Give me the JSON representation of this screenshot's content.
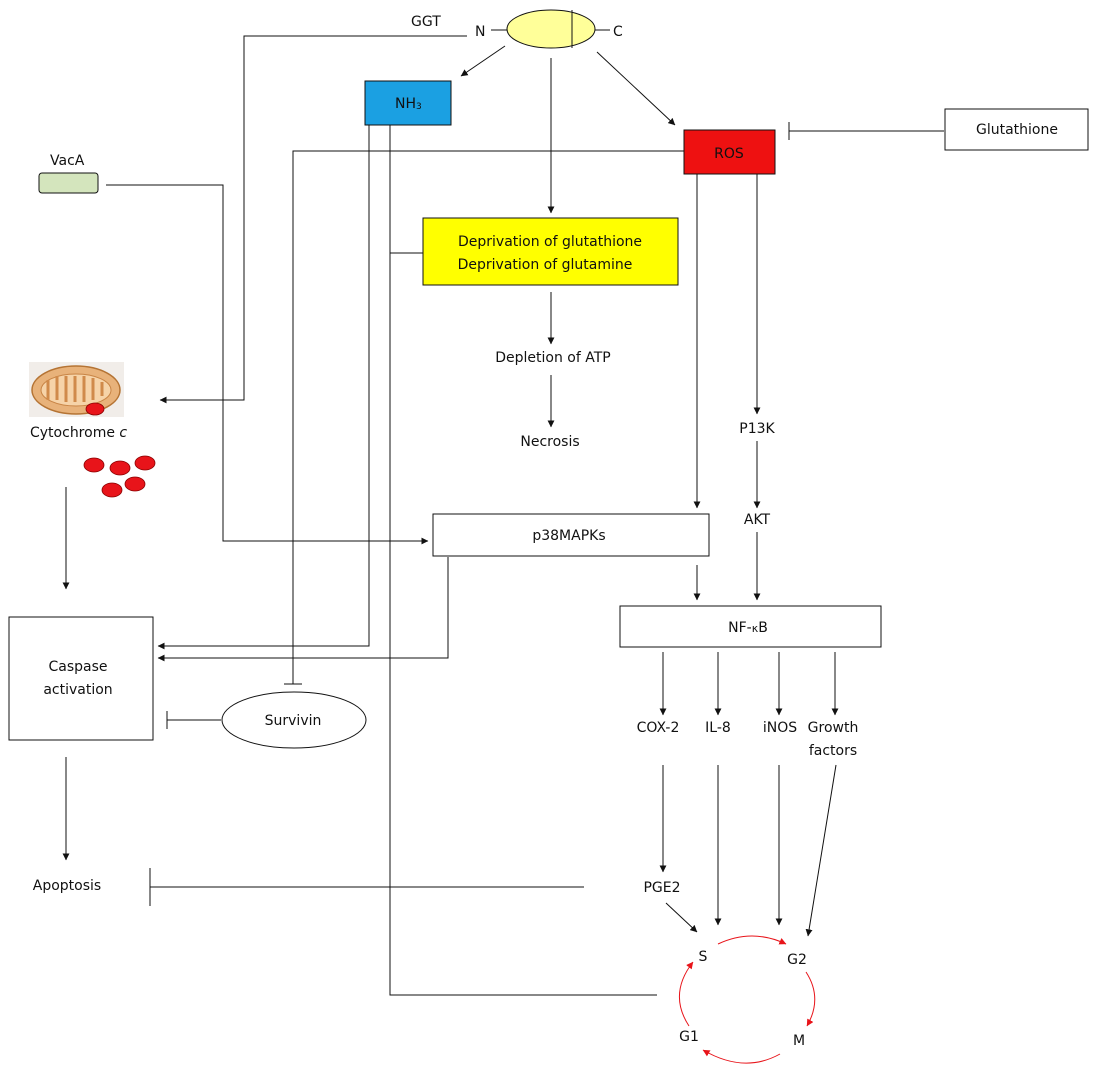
{
  "enzyme": {
    "name": "GGT",
    "n_terminus": "N",
    "c_terminus": "C"
  },
  "nodes": {
    "nh3": {
      "main": "NH",
      "sub": "3"
    },
    "ros": "ROS",
    "glutathione": "Glutathione",
    "vaca": "VacA",
    "deprivation_glutathione": "Deprivation of glutathione",
    "deprivation_glutamine": "Deprivation of glutamine",
    "depletion_atp": "Depletion of ATP",
    "necrosis": "Necrosis",
    "cytochrome": {
      "prefix": "Cytochrome ",
      "italic": "c"
    },
    "pi3k": "P13K",
    "akt": "AKT",
    "p38": "p38MAPKs",
    "nfkb": {
      "prefix": "NF-",
      "kappa": "κ",
      "suffix": "B"
    },
    "caspase": [
      "Caspase",
      "activation"
    ],
    "survivin": "Survivin",
    "apoptosis": "Apoptosis",
    "cox2": "COX-2",
    "il8": "IL-8",
    "inos": "iNOS",
    "growth_factors": [
      "Growth",
      "factors"
    ],
    "pge2": "PGE2"
  },
  "cell_cycle": {
    "s": "S",
    "g2": "G2",
    "m": "M",
    "g1": "G1"
  },
  "colors": {
    "nh3_fill": "#1ba0e2",
    "ros_fill": "#ee1111",
    "deprivation_fill": "#ffff00",
    "ggt_fill": "#ffff99",
    "vaca_fill": "#d4e5bd",
    "cytochrome_dot": "#e8141a",
    "mitochondrion_outer": "#e8b27a",
    "cell_cycle_arrow": "#e8141a"
  }
}
